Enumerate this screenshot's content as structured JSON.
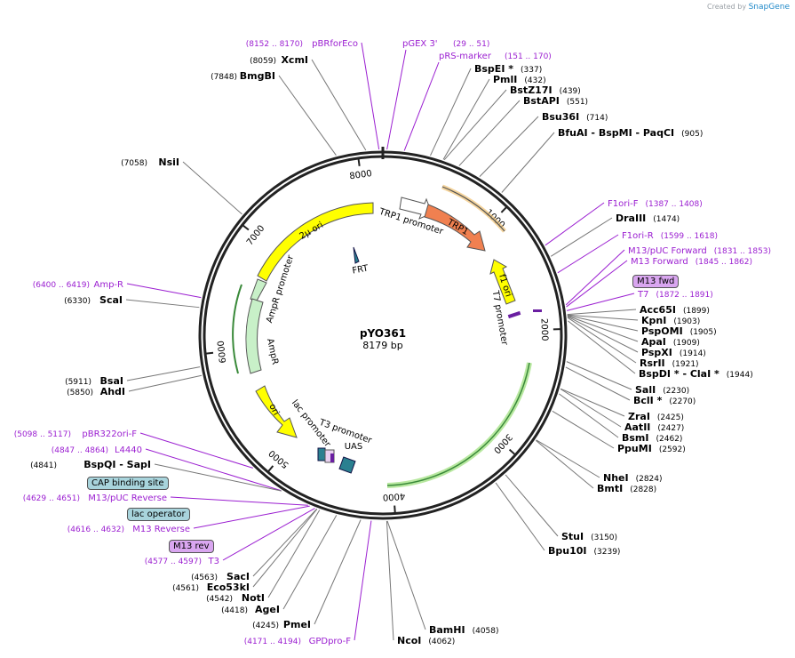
{
  "branding": {
    "created_by": "Created by",
    "app": "SnapGene"
  },
  "plasmid": {
    "name": "pYO361",
    "length_label": "8179 bp"
  },
  "ticks": [
    {
      "label": "1000",
      "pos": 1000
    },
    {
      "label": "2000",
      "pos": 2000
    },
    {
      "label": "3000",
      "pos": 3000
    },
    {
      "label": "4000",
      "pos": 4000
    },
    {
      "label": "5000",
      "pos": 5000
    },
    {
      "label": "6000",
      "pos": 6000
    },
    {
      "label": "7000",
      "pos": 7000
    },
    {
      "label": "8000",
      "pos": 8000
    }
  ],
  "features": [
    {
      "name": "TRP1 promoter",
      "kind": "promoter"
    },
    {
      "name": "TRP1",
      "kind": "cds"
    },
    {
      "name": "f1 ori",
      "kind": "ori"
    },
    {
      "name": "T7 promoter",
      "kind": "promoter"
    },
    {
      "name": "2µ ori",
      "kind": "ori"
    },
    {
      "name": "FRT",
      "kind": "misc"
    },
    {
      "name": "AmpR promoter",
      "kind": "promoter"
    },
    {
      "name": "AmpR",
      "kind": "cds"
    },
    {
      "name": "ori",
      "kind": "ori"
    },
    {
      "name": "lac promoter",
      "kind": "promoter"
    },
    {
      "name": "T3 promoter",
      "kind": "promoter"
    },
    {
      "name": "UAS",
      "kind": "misc"
    }
  ],
  "labels_right": [
    {
      "id": "bspei",
      "name": "BspEI *",
      "pos": "(337)",
      "primer": false
    },
    {
      "id": "pmli",
      "name": "PmlI",
      "pos": "(432)",
      "primer": false
    },
    {
      "id": "bstz17i",
      "name": "BstZ17I",
      "pos": "(439)",
      "primer": false
    },
    {
      "id": "bstapi",
      "name": "BstAPI",
      "pos": "(551)",
      "primer": false
    },
    {
      "id": "bsu36i",
      "name": "Bsu36I",
      "pos": "(714)",
      "primer": false
    },
    {
      "id": "bfuai",
      "name": "BfuAI   - BspMI   - PaqCI",
      "pos": "(905)",
      "primer": false
    },
    {
      "id": "f1orif",
      "name": "F1ori-F",
      "pos": "(1387 .. 1408)",
      "primer": true
    },
    {
      "id": "draiii",
      "name": "DraIII",
      "pos": "(1474)",
      "primer": false
    },
    {
      "id": "f1orir",
      "name": "F1ori-R",
      "pos": "(1599 .. 1618)",
      "primer": true
    },
    {
      "id": "m13pucf",
      "name": "M13/pUC Forward",
      "pos": "(1831 .. 1853)",
      "primer": true
    },
    {
      "id": "m13f",
      "name": "M13 Forward",
      "pos": "(1845 .. 1862)",
      "primer": true
    },
    {
      "id": "t7",
      "name": "T7",
      "pos": "(1872 .. 1891)",
      "primer": true
    },
    {
      "id": "acc65i",
      "name": "Acc65I",
      "pos": "(1899)",
      "primer": false
    },
    {
      "id": "kpni",
      "name": "KpnI",
      "pos": "(1903)",
      "primer": false
    },
    {
      "id": "pspomi",
      "name": "PspOMI",
      "pos": "(1905)",
      "primer": false
    },
    {
      "id": "apai",
      "name": "ApaI",
      "pos": "(1909)",
      "primer": false
    },
    {
      "id": "pspxi",
      "name": "PspXI",
      "pos": "(1914)",
      "primer": false
    },
    {
      "id": "rsrii",
      "name": "RsrII",
      "pos": "(1921)",
      "primer": false
    },
    {
      "id": "bspdi",
      "name": "BspDI *  - ClaI *",
      "pos": "(1944)",
      "primer": false
    },
    {
      "id": "sali",
      "name": "SalI",
      "pos": "(2230)",
      "primer": false
    },
    {
      "id": "bcli",
      "name": "BclI *",
      "pos": "(2270)",
      "primer": false
    },
    {
      "id": "zrai",
      "name": "ZraI",
      "pos": "(2425)",
      "primer": false
    },
    {
      "id": "aatii",
      "name": "AatII",
      "pos": "(2427)",
      "primer": false
    },
    {
      "id": "bsmi",
      "name": "BsmI",
      "pos": "(2462)",
      "primer": false
    },
    {
      "id": "ppumi",
      "name": "PpuMI",
      "pos": "(2592)",
      "primer": false
    },
    {
      "id": "nhei",
      "name": "NheI",
      "pos": "(2824)",
      "primer": false
    },
    {
      "id": "bmti",
      "name": "BmtI",
      "pos": "(2828)",
      "primer": false
    },
    {
      "id": "stui",
      "name": "StuI",
      "pos": "(3150)",
      "primer": false
    },
    {
      "id": "bpu10i",
      "name": "Bpu10I",
      "pos": "(3239)",
      "primer": false
    },
    {
      "id": "bamhi",
      "name": "BamHI",
      "pos": "(4058)",
      "primer": false
    },
    {
      "id": "ncoi",
      "name": "NcoI",
      "pos": "(4062)",
      "primer": false
    }
  ],
  "labels_left": [
    {
      "id": "pbrforeco",
      "name": "pBRforEco",
      "pos": "(8152 .. 8170)",
      "primer": true
    },
    {
      "id": "xcmi",
      "name": "XcmI",
      "pos": "(8059)",
      "primer": false
    },
    {
      "id": "bmgbi",
      "name": "BmgBI",
      "pos": "(7848)",
      "primer": false
    },
    {
      "id": "nsii",
      "name": "NsiI",
      "pos": "(7058)",
      "primer": false
    },
    {
      "id": "ampr",
      "name": "Amp-R",
      "pos": "(6400 .. 6419)",
      "primer": true
    },
    {
      "id": "scai",
      "name": "ScaI",
      "pos": "(6330)",
      "primer": false
    },
    {
      "id": "bsai",
      "name": "BsaI",
      "pos": "(5911)",
      "primer": false
    },
    {
      "id": "ahdi",
      "name": "AhdI",
      "pos": "(5850)",
      "primer": false
    },
    {
      "id": "pbr322",
      "name": "pBR322ori-F",
      "pos": "(5098 .. 5117)",
      "primer": true
    },
    {
      "id": "l4440",
      "name": "L4440",
      "pos": "(4847 .. 4864)",
      "primer": true
    },
    {
      "id": "bspqi",
      "name": "BspQI   - SapI",
      "pos": "(4841)",
      "primer": false
    },
    {
      "id": "m13pucr",
      "name": "M13/pUC Reverse",
      "pos": "(4629 .. 4651)",
      "primer": true
    },
    {
      "id": "m13r",
      "name": "M13 Reverse",
      "pos": "(4616 .. 4632)",
      "primer": true
    },
    {
      "id": "t3",
      "name": "T3",
      "pos": "(4577 .. 4597)",
      "primer": true
    },
    {
      "id": "saci",
      "name": "SacI",
      "pos": "(4563)",
      "primer": false
    },
    {
      "id": "eco53ki",
      "name": "Eco53kI",
      "pos": "(4561)",
      "primer": false
    },
    {
      "id": "noti",
      "name": "NotI",
      "pos": "(4542)",
      "primer": false
    },
    {
      "id": "agei",
      "name": "AgeI",
      "pos": "(4418)",
      "primer": false
    },
    {
      "id": "pmei",
      "name": "PmeI",
      "pos": "(4245)",
      "primer": false
    },
    {
      "id": "gpdprof",
      "name": "GPDpro-F",
      "pos": "(4171 .. 4194)",
      "primer": true
    }
  ],
  "top_primers": [
    {
      "name": "pGEX 3'",
      "pos": "(29 .. 51)"
    },
    {
      "name": "pRS-marker",
      "pos": "(151 .. 170)"
    }
  ],
  "boxes": [
    {
      "name": "M13 fwd",
      "color": "#d9a6f0"
    },
    {
      "name": "CAP binding site",
      "color": "#a8d4dc"
    },
    {
      "name": "lac operator",
      "color": "#a8d4dc"
    },
    {
      "name": "M13 rev",
      "color": "#d9a6f0"
    }
  ],
  "colors": {
    "primer": "#9b1fd1",
    "ori": "#ffff00",
    "trp1": "#f08050",
    "ampr": "#c8f0c8",
    "uas": "#2a8090"
  }
}
